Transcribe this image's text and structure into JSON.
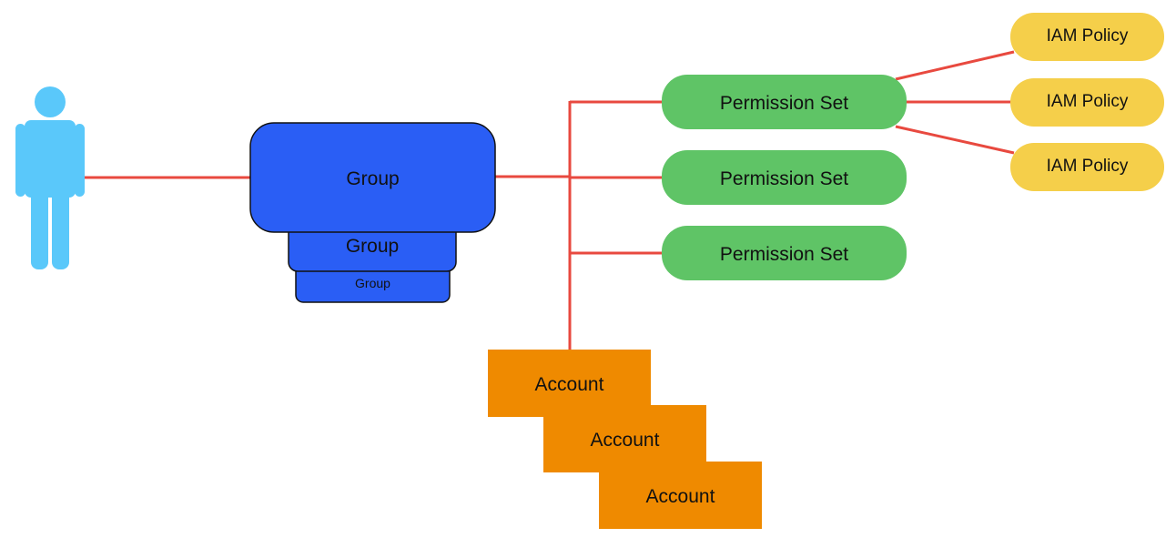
{
  "colors": {
    "person": "#5ac8fa",
    "group": "#2a5ef5",
    "permission_set": "#5fc466",
    "iam_policy": "#f5cf4a",
    "account": "#ef8a00",
    "connector": "#e8493f"
  },
  "icons": {
    "person": "person-icon"
  },
  "groups": [
    {
      "label": "Group"
    },
    {
      "label": "Group"
    },
    {
      "label": "Group"
    }
  ],
  "permission_sets": [
    {
      "label": "Permission Set"
    },
    {
      "label": "Permission Set"
    },
    {
      "label": "Permission Set"
    }
  ],
  "iam_policies": [
    {
      "label": "IAM Policy"
    },
    {
      "label": "IAM Policy"
    },
    {
      "label": "IAM Policy"
    }
  ],
  "accounts": [
    {
      "label": "Account"
    },
    {
      "label": "Account"
    },
    {
      "label": "Account"
    }
  ]
}
